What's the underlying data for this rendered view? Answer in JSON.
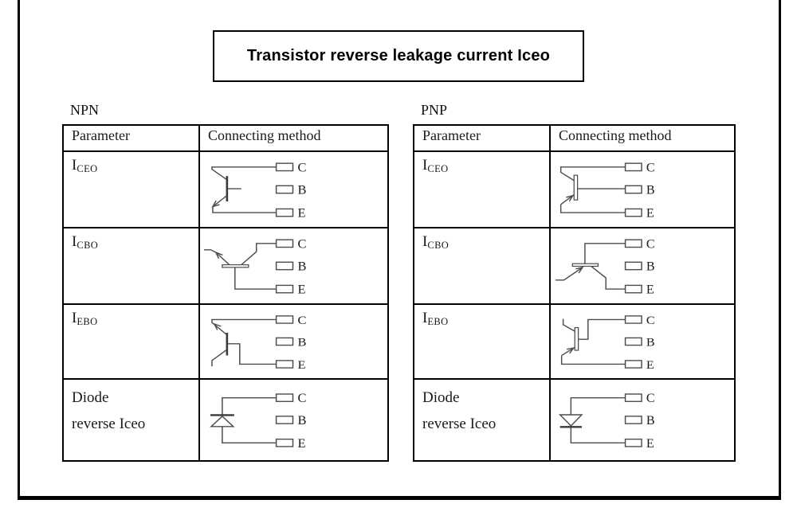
{
  "title": "Transistor reverse leakage current Iceo",
  "terminal_labels": {
    "c": "C",
    "b": "B",
    "e": "E"
  },
  "colors": {
    "frame_border": "#000000",
    "table_border": "#000000",
    "circuit_stroke": "#4d4d4d",
    "text": "#1a1a1a"
  },
  "sections": [
    {
      "label": "NPN",
      "table": {
        "headers": [
          "Parameter",
          "Connecting method"
        ],
        "rows": [
          {
            "param_base": "I",
            "param_sub": "CEO",
            "schematic": "npn-iceo-schematic",
            "connected_terminals": [
              "C",
              "E"
            ]
          },
          {
            "param_base": "I",
            "param_sub": "CBO",
            "schematic": "npn-icbo-schematic",
            "connected_terminals": [
              "C",
              "E"
            ]
          },
          {
            "param_base": "I",
            "param_sub": "EBO",
            "schematic": "npn-iebo-schematic",
            "connected_terminals": [
              "C",
              "E"
            ]
          },
          {
            "param_line1": "Diode",
            "param_line2": "reverse Iceo",
            "schematic": "npn-diode-schematic",
            "connected_terminals": [
              "C",
              "E"
            ]
          }
        ]
      }
    },
    {
      "label": "PNP",
      "table": {
        "headers": [
          "Parameter",
          "Connecting method"
        ],
        "rows": [
          {
            "param_base": "I",
            "param_sub": "CEO",
            "schematic": "pnp-iceo-schematic",
            "connected_terminals": [
              "C",
              "B",
              "E"
            ]
          },
          {
            "param_base": "I",
            "param_sub": "CBO",
            "schematic": "pnp-icbo-schematic",
            "connected_terminals": [
              "C",
              "E"
            ]
          },
          {
            "param_base": "I",
            "param_sub": "EBO",
            "schematic": "pnp-iebo-schematic",
            "connected_terminals": [
              "C",
              "E"
            ]
          },
          {
            "param_line1": "Diode",
            "param_line2": "reverse Iceo",
            "schematic": "pnp-diode-schematic",
            "connected_terminals": [
              "C",
              "E"
            ]
          }
        ]
      }
    }
  ]
}
